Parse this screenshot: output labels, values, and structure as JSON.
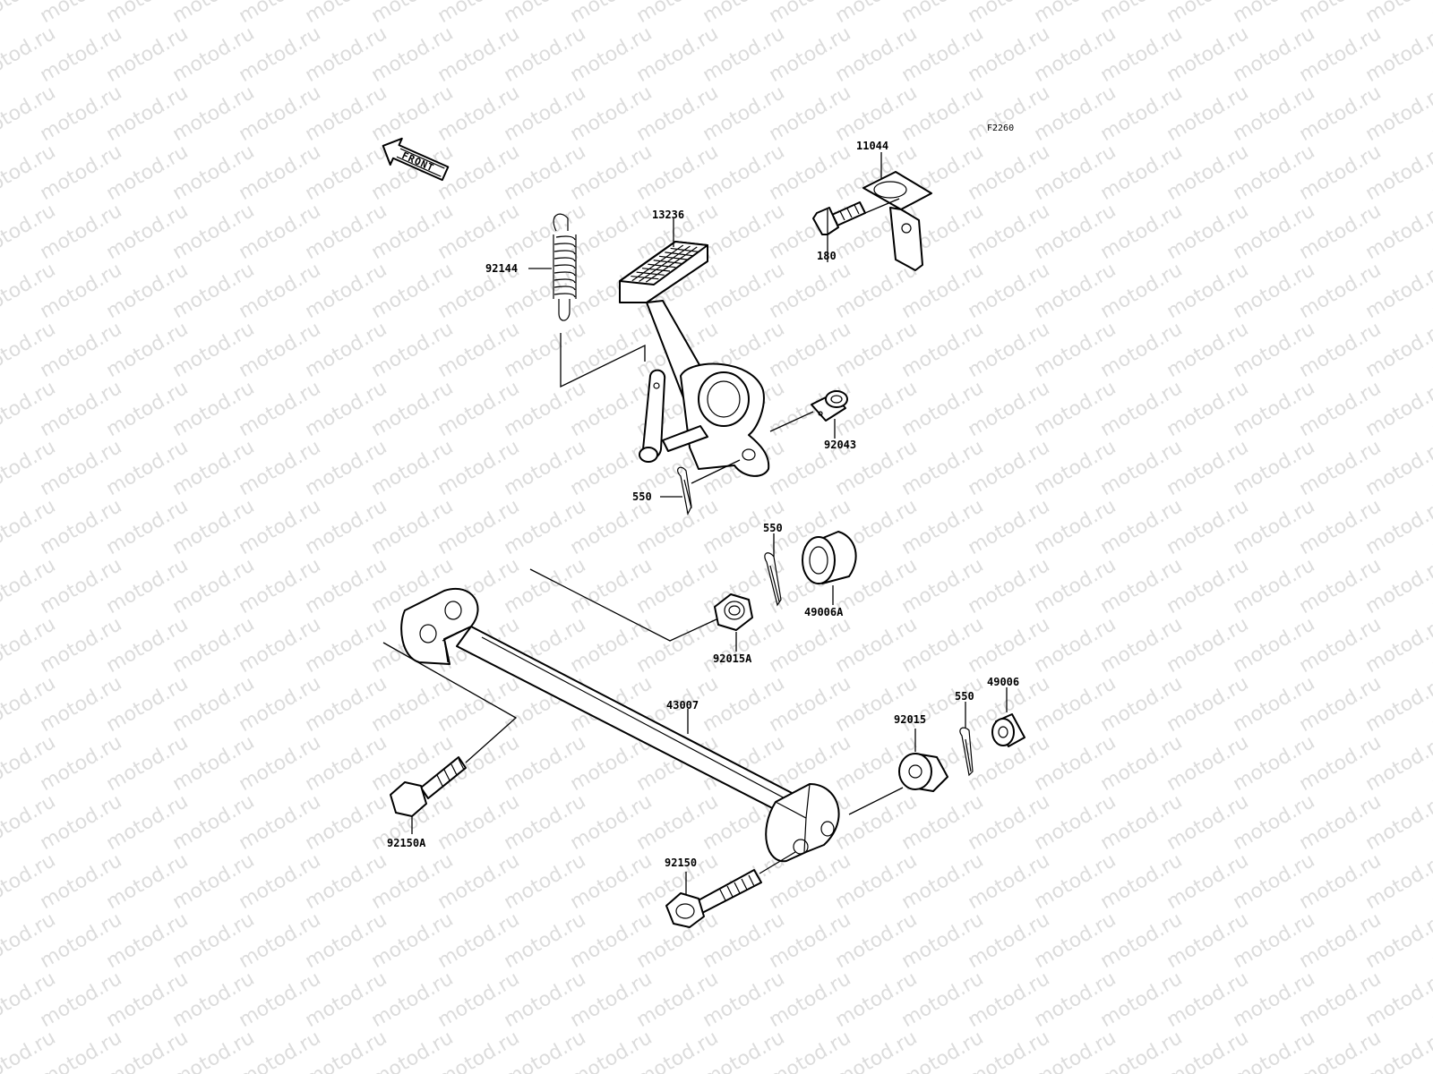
{
  "diagram": {
    "code": "F2260",
    "front_label": "FRONT",
    "watermark": "motod.ru",
    "parts": {
      "p11044": "11044",
      "p180": "180",
      "p13236": "13236",
      "p92144": "92144",
      "p92043": "92043",
      "p550_a": "550",
      "p550_b": "550",
      "p550_c": "550",
      "p49006A": "49006A",
      "p92015A": "92015A",
      "p43007": "43007",
      "p92015": "92015",
      "p49006": "49006",
      "p92150A": "92150A",
      "p92150": "92150"
    }
  }
}
